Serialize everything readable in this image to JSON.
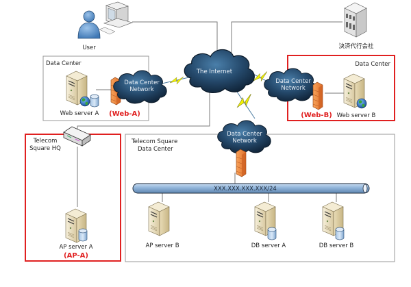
{
  "diagram": {
    "user_label": "User",
    "company_label": "決済代行会社",
    "internet_label": "The Internet",
    "dc_network_label_line1": "Data Center",
    "dc_network_label_line2": "Network",
    "dc_a": {
      "title": "Data Center",
      "server_label": "Web server A",
      "tag": "(Web-A)"
    },
    "dc_b": {
      "title": "Data Center",
      "server_label": "Web server B",
      "tag": "(Web-B)"
    },
    "hq": {
      "title_line1": "Telecom",
      "title_line2": "Square HQ",
      "server_label": "AP server A",
      "tag": "(AP-A)"
    },
    "tsdc": {
      "title_line1": "Telecom Square",
      "title_line2": "Data Center",
      "bus_label": "XXX.XXX.XXX.XXX/24",
      "servers": [
        {
          "label": "AP server B"
        },
        {
          "label": "DB server A"
        },
        {
          "label": "DB server B"
        }
      ]
    },
    "colors": {
      "highlight_border": "#e02020",
      "box_border": "#9a9a9a",
      "cloud": "#1f3f5c",
      "bus": "#8fb3d9",
      "firewall": "#f08a3c",
      "lightning": "#f2f200"
    }
  }
}
